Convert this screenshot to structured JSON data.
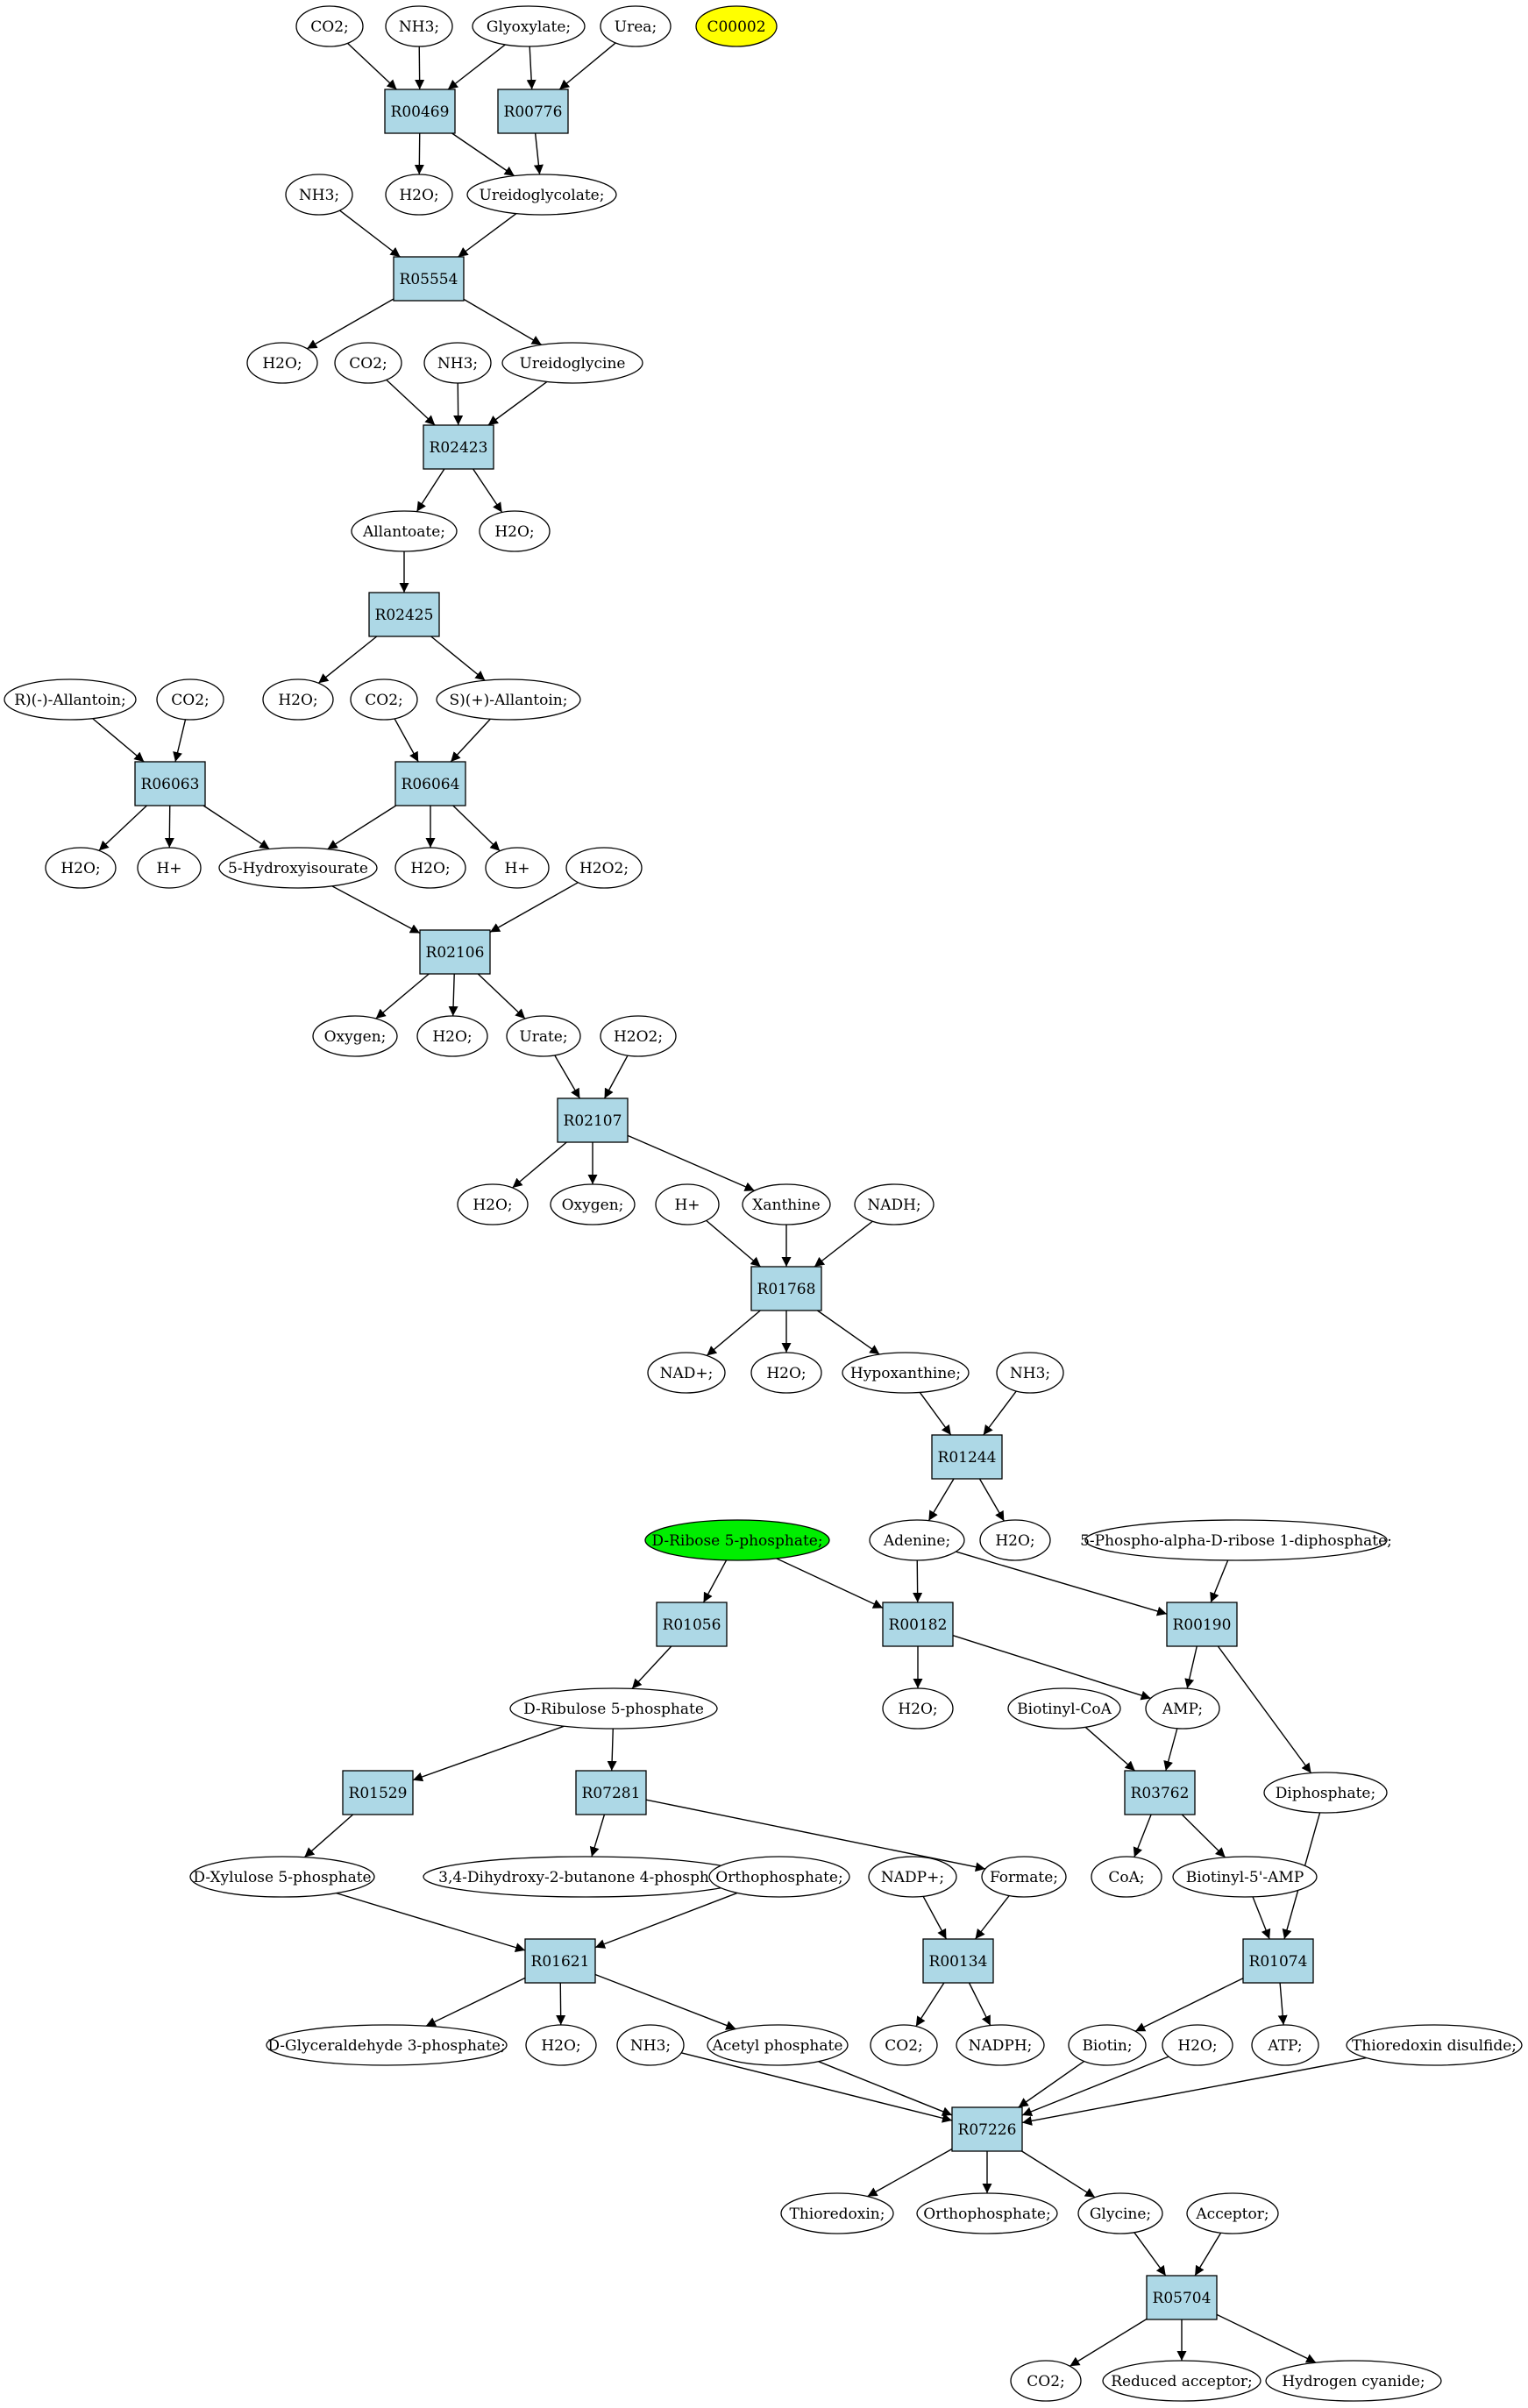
{
  "colors": {
    "reaction": "#add8e6",
    "compound": "#ffffff",
    "highlight_yellow": "#ffff00",
    "highlight_green": "#00ee00",
    "stroke": "#000000"
  },
  "nodes": {
    "c_co2_1": {
      "label": "CO2;",
      "kind": "compound"
    },
    "c_nh3_1": {
      "label": "NH3;",
      "kind": "compound"
    },
    "c_glyoxylate": {
      "label": "Glyoxylate;",
      "kind": "compound"
    },
    "c_urea": {
      "label": "Urea;",
      "kind": "compound"
    },
    "c_c00002": {
      "label": "C00002",
      "kind": "compound",
      "fill": "highlight_yellow"
    },
    "r_R00469": {
      "label": "R00469",
      "kind": "reaction"
    },
    "r_R00776": {
      "label": "R00776",
      "kind": "reaction"
    },
    "c_h2o_1": {
      "label": "H2O;",
      "kind": "compound"
    },
    "c_ureidoglycolate": {
      "label": "Ureidoglycolate;",
      "kind": "compound"
    },
    "c_nh3_2": {
      "label": "NH3;",
      "kind": "compound"
    },
    "r_R05554": {
      "label": "R05554",
      "kind": "reaction"
    },
    "c_h2o_2": {
      "label": "H2O;",
      "kind": "compound"
    },
    "c_co2_2": {
      "label": "CO2;",
      "kind": "compound"
    },
    "c_nh3_3": {
      "label": "NH3;",
      "kind": "compound"
    },
    "c_ureidoglycine": {
      "label": "Ureidoglycine",
      "kind": "compound"
    },
    "r_R02423": {
      "label": "R02423",
      "kind": "reaction"
    },
    "c_allantoate": {
      "label": "Allantoate;",
      "kind": "compound"
    },
    "c_h2o_3": {
      "label": "H2O;",
      "kind": "compound"
    },
    "r_R02425": {
      "label": "R02425",
      "kind": "reaction"
    },
    "c_r_allantoin": {
      "label": "R)(-)-Allantoin;",
      "kind": "compound"
    },
    "c_co2_3": {
      "label": "CO2;",
      "kind": "compound"
    },
    "c_h2o_4": {
      "label": "H2O;",
      "kind": "compound"
    },
    "c_co2_4": {
      "label": "CO2;",
      "kind": "compound"
    },
    "c_s_allantoin": {
      "label": "S)(+)-Allantoin;",
      "kind": "compound"
    },
    "r_R06063": {
      "label": "R06063",
      "kind": "reaction"
    },
    "r_R06064": {
      "label": "R06064",
      "kind": "reaction"
    },
    "c_h2o_5": {
      "label": "H2O;",
      "kind": "compound"
    },
    "c_hplus_1": {
      "label": "H+",
      "kind": "compound"
    },
    "c_hydroxyisourate": {
      "label": "5-Hydroxyisourate",
      "kind": "compound"
    },
    "c_h2o_6": {
      "label": "H2O;",
      "kind": "compound"
    },
    "c_hplus_2": {
      "label": "H+",
      "kind": "compound"
    },
    "c_h2o2_1": {
      "label": "H2O2;",
      "kind": "compound"
    },
    "r_R02106": {
      "label": "R02106",
      "kind": "reaction"
    },
    "c_oxygen_1": {
      "label": "Oxygen;",
      "kind": "compound"
    },
    "c_h2o_7": {
      "label": "H2O;",
      "kind": "compound"
    },
    "c_urate": {
      "label": "Urate;",
      "kind": "compound"
    },
    "c_h2o2_2": {
      "label": "H2O2;",
      "kind": "compound"
    },
    "r_R02107": {
      "label": "R02107",
      "kind": "reaction"
    },
    "c_h2o_8": {
      "label": "H2O;",
      "kind": "compound"
    },
    "c_oxygen_2": {
      "label": "Oxygen;",
      "kind": "compound"
    },
    "c_hplus_3": {
      "label": "H+",
      "kind": "compound"
    },
    "c_xanthine": {
      "label": "Xanthine",
      "kind": "compound"
    },
    "c_nadh": {
      "label": "NADH;",
      "kind": "compound"
    },
    "r_R01768": {
      "label": "R01768",
      "kind": "reaction"
    },
    "c_nadplus": {
      "label": "NAD+;",
      "kind": "compound"
    },
    "c_h2o_9": {
      "label": "H2O;",
      "kind": "compound"
    },
    "c_hypoxanthine": {
      "label": "Hypoxanthine;",
      "kind": "compound"
    },
    "c_nh3_4": {
      "label": "NH3;",
      "kind": "compound"
    },
    "r_R01244": {
      "label": "R01244",
      "kind": "reaction"
    },
    "c_adenine": {
      "label": "Adenine;",
      "kind": "compound"
    },
    "c_h2o_10": {
      "label": "H2O;",
      "kind": "compound"
    },
    "c_ribose5p": {
      "label": "D-Ribose 5-phosphate;",
      "kind": "compound",
      "fill": "highlight_green"
    },
    "c_prpp": {
      "label": "5-Phospho-alpha-D-ribose 1-diphosphate;",
      "kind": "compound"
    },
    "r_R01056": {
      "label": "R01056",
      "kind": "reaction"
    },
    "r_R00182": {
      "label": "R00182",
      "kind": "reaction"
    },
    "r_R00190": {
      "label": "R00190",
      "kind": "reaction"
    },
    "c_ribulose5p": {
      "label": "D-Ribulose 5-phosphate",
      "kind": "compound"
    },
    "c_h2o_11": {
      "label": "H2O;",
      "kind": "compound"
    },
    "c_biotinylcoa": {
      "label": "Biotinyl-CoA",
      "kind": "compound"
    },
    "c_amp": {
      "label": "AMP;",
      "kind": "compound"
    },
    "r_R01529": {
      "label": "R01529",
      "kind": "reaction"
    },
    "r_R07281": {
      "label": "R07281",
      "kind": "reaction"
    },
    "r_R03762": {
      "label": "R03762",
      "kind": "reaction"
    },
    "c_diphosphate": {
      "label": "Diphosphate;",
      "kind": "compound"
    },
    "c_xylulose5p": {
      "label": "D-Xylulose 5-phosphate",
      "kind": "compound"
    },
    "c_dhbp": {
      "label": "3,4-Dihydroxy-2-butanone 4-phosphate",
      "kind": "compound"
    },
    "c_orthophosphate_1": {
      "label": "Orthophosphate;",
      "kind": "compound"
    },
    "c_nadpplus": {
      "label": "NADP+;",
      "kind": "compound"
    },
    "c_formate": {
      "label": "Formate;",
      "kind": "compound"
    },
    "c_coa": {
      "label": "CoA;",
      "kind": "compound"
    },
    "c_biotinyl5amp": {
      "label": "Biotinyl-5'-AMP",
      "kind": "compound"
    },
    "r_R01621": {
      "label": "R01621",
      "kind": "reaction"
    },
    "r_R00134": {
      "label": "R00134",
      "kind": "reaction"
    },
    "r_R01074": {
      "label": "R01074",
      "kind": "reaction"
    },
    "c_g3p": {
      "label": "D-Glyceraldehyde 3-phosphate;",
      "kind": "compound"
    },
    "c_h2o_12": {
      "label": "H2O;",
      "kind": "compound"
    },
    "c_nh3_5": {
      "label": "NH3;",
      "kind": "compound"
    },
    "c_acetylphosphate": {
      "label": "Acetyl phosphate",
      "kind": "compound"
    },
    "c_co2_5": {
      "label": "CO2;",
      "kind": "compound"
    },
    "c_nadph": {
      "label": "NADPH;",
      "kind": "compound"
    },
    "c_biotin": {
      "label": "Biotin;",
      "kind": "compound"
    },
    "c_h2o_13": {
      "label": "H2O;",
      "kind": "compound"
    },
    "c_atp": {
      "label": "ATP;",
      "kind": "compound"
    },
    "c_thioredoxin_disulfide": {
      "label": "Thioredoxin disulfide;",
      "kind": "compound"
    },
    "r_R07226": {
      "label": "R07226",
      "kind": "reaction"
    },
    "c_thioredoxin": {
      "label": "Thioredoxin;",
      "kind": "compound"
    },
    "c_orthophosphate_2": {
      "label": "Orthophosphate;",
      "kind": "compound"
    },
    "c_glycine": {
      "label": "Glycine;",
      "kind": "compound"
    },
    "c_acceptor": {
      "label": "Acceptor;",
      "kind": "compound"
    },
    "r_R05704": {
      "label": "R05704",
      "kind": "reaction"
    },
    "c_co2_6": {
      "label": "CO2;",
      "kind": "compound"
    },
    "c_reduced_acceptor": {
      "label": "Reduced acceptor;",
      "kind": "compound"
    },
    "c_hcn": {
      "label": "Hydrogen cyanide;",
      "kind": "compound"
    }
  },
  "edges": [
    [
      "c_co2_1",
      "r_R00469"
    ],
    [
      "c_nh3_1",
      "r_R00469"
    ],
    [
      "c_glyoxylate",
      "r_R00469"
    ],
    [
      "c_glyoxylate",
      "r_R00776"
    ],
    [
      "c_urea",
      "r_R00776"
    ],
    [
      "r_R00469",
      "c_h2o_1"
    ],
    [
      "r_R00469",
      "c_ureidoglycolate"
    ],
    [
      "r_R00776",
      "c_ureidoglycolate"
    ],
    [
      "c_nh3_2",
      "r_R05554"
    ],
    [
      "c_ureidoglycolate",
      "r_R05554"
    ],
    [
      "r_R05554",
      "c_h2o_2"
    ],
    [
      "r_R05554",
      "c_ureidoglycine"
    ],
    [
      "c_co2_2",
      "r_R02423"
    ],
    [
      "c_nh3_3",
      "r_R02423"
    ],
    [
      "c_ureidoglycine",
      "r_R02423"
    ],
    [
      "r_R02423",
      "c_allantoate"
    ],
    [
      "r_R02423",
      "c_h2o_3"
    ],
    [
      "c_allantoate",
      "r_R02425"
    ],
    [
      "r_R02425",
      "c_h2o_4"
    ],
    [
      "r_R02425",
      "c_s_allantoin"
    ],
    [
      "c_r_allantoin",
      "r_R06063"
    ],
    [
      "c_co2_3",
      "r_R06063"
    ],
    [
      "c_co2_4",
      "r_R06064"
    ],
    [
      "c_s_allantoin",
      "r_R06064"
    ],
    [
      "r_R06063",
      "c_h2o_5"
    ],
    [
      "r_R06063",
      "c_hplus_1"
    ],
    [
      "r_R06063",
      "c_hydroxyisourate"
    ],
    [
      "r_R06064",
      "c_hydroxyisourate"
    ],
    [
      "r_R06064",
      "c_h2o_6"
    ],
    [
      "r_R06064",
      "c_hplus_2"
    ],
    [
      "c_hydroxyisourate",
      "r_R02106"
    ],
    [
      "c_h2o2_1",
      "r_R02106"
    ],
    [
      "r_R02106",
      "c_oxygen_1"
    ],
    [
      "r_R02106",
      "c_h2o_7"
    ],
    [
      "r_R02106",
      "c_urate"
    ],
    [
      "c_urate",
      "r_R02107"
    ],
    [
      "c_h2o2_2",
      "r_R02107"
    ],
    [
      "r_R02107",
      "c_h2o_8"
    ],
    [
      "r_R02107",
      "c_oxygen_2"
    ],
    [
      "r_R02107",
      "c_xanthine"
    ],
    [
      "c_hplus_3",
      "r_R01768"
    ],
    [
      "c_xanthine",
      "r_R01768"
    ],
    [
      "c_nadh",
      "r_R01768"
    ],
    [
      "r_R01768",
      "c_nadplus"
    ],
    [
      "r_R01768",
      "c_h2o_9"
    ],
    [
      "r_R01768",
      "c_hypoxanthine"
    ],
    [
      "c_hypoxanthine",
      "r_R01244"
    ],
    [
      "c_nh3_4",
      "r_R01244"
    ],
    [
      "r_R01244",
      "c_adenine"
    ],
    [
      "r_R01244",
      "c_h2o_10"
    ],
    [
      "c_ribose5p",
      "r_R01056"
    ],
    [
      "c_ribose5p",
      "r_R00182"
    ],
    [
      "c_adenine",
      "r_R00182"
    ],
    [
      "c_adenine",
      "r_R00190"
    ],
    [
      "c_prpp",
      "r_R00190"
    ],
    [
      "r_R01056",
      "c_ribulose5p"
    ],
    [
      "r_R00182",
      "c_h2o_11"
    ],
    [
      "r_R00182",
      "c_amp"
    ],
    [
      "r_R00190",
      "c_amp"
    ],
    [
      "r_R00190",
      "c_diphosphate"
    ],
    [
      "c_ribulose5p",
      "r_R01529"
    ],
    [
      "c_ribulose5p",
      "r_R07281"
    ],
    [
      "c_biotinylcoa",
      "r_R03762"
    ],
    [
      "c_amp",
      "r_R03762"
    ],
    [
      "r_R01529",
      "c_xylulose5p"
    ],
    [
      "r_R07281",
      "c_dhbp"
    ],
    [
      "r_R07281",
      "c_formate"
    ],
    [
      "r_R03762",
      "c_coa"
    ],
    [
      "r_R03762",
      "c_biotinyl5amp"
    ],
    [
      "c_xylulose5p",
      "r_R01621"
    ],
    [
      "c_orthophosphate_1",
      "r_R01621"
    ],
    [
      "c_nadpplus",
      "r_R00134"
    ],
    [
      "c_formate",
      "r_R00134"
    ],
    [
      "c_biotinyl5amp",
      "r_R01074"
    ],
    [
      "c_diphosphate",
      "r_R01074"
    ],
    [
      "r_R01621",
      "c_g3p"
    ],
    [
      "r_R01621",
      "c_h2o_12"
    ],
    [
      "r_R01621",
      "c_acetylphosphate"
    ],
    [
      "r_R00134",
      "c_co2_5"
    ],
    [
      "r_R00134",
      "c_nadph"
    ],
    [
      "r_R01074",
      "c_biotin"
    ],
    [
      "r_R01074",
      "c_atp"
    ],
    [
      "c_nh3_5",
      "r_R07226"
    ],
    [
      "c_acetylphosphate",
      "r_R07226"
    ],
    [
      "c_biotin",
      "r_R07226"
    ],
    [
      "c_h2o_13",
      "r_R07226"
    ],
    [
      "c_thioredoxin_disulfide",
      "r_R07226"
    ],
    [
      "r_R07226",
      "c_thioredoxin"
    ],
    [
      "r_R07226",
      "c_orthophosphate_2"
    ],
    [
      "r_R07226",
      "c_glycine"
    ],
    [
      "c_glycine",
      "r_R05704"
    ],
    [
      "c_acceptor",
      "r_R05704"
    ],
    [
      "r_R05704",
      "c_co2_6"
    ],
    [
      "r_R05704",
      "c_reduced_acceptor"
    ],
    [
      "r_R05704",
      "c_hcn"
    ]
  ]
}
